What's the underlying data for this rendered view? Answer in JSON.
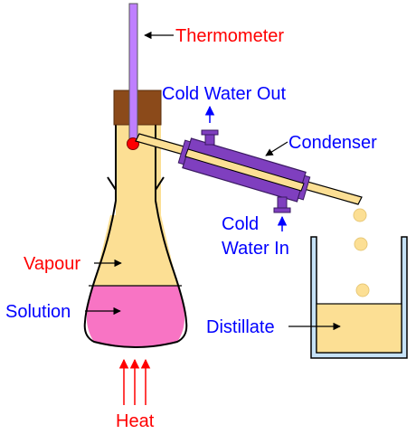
{
  "labels": {
    "thermometer": "Thermometer",
    "cold_water_out": "Cold Water Out",
    "condenser": "Condenser",
    "cold_water_in_line1": "Cold",
    "cold_water_in_line2": "Water In",
    "vapour": "Vapour",
    "solution": "Solution",
    "distillate": "Distillate",
    "heat": "Heat"
  },
  "colors": {
    "red_labels": "#ff0000",
    "blue_labels": "#0000ff",
    "flask_fill": "#fcdf94",
    "solution_fill": "#f874c4",
    "condenser_fill": "#7f3fbf",
    "thermometer_fill": "#bf7fff",
    "cork_fill": "#8b4a1a",
    "beaker_fill": "#c6e2f7"
  }
}
